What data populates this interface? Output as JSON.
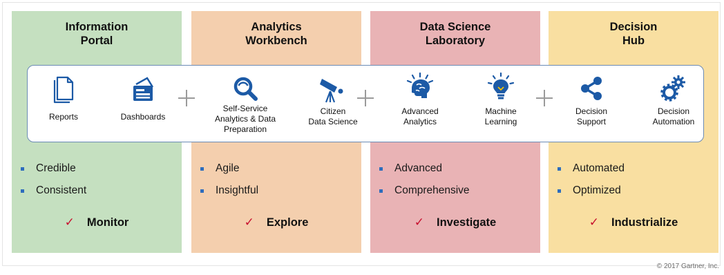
{
  "columns": [
    {
      "title": "Information\nPortal",
      "bullets": [
        "Credible",
        "Consistent"
      ],
      "outcome": "Monitor"
    },
    {
      "title": "Analytics\nWorkbench",
      "bullets": [
        "Agile",
        "Insightful"
      ],
      "outcome": "Explore"
    },
    {
      "title": "Data Science\nLaboratory",
      "bullets": [
        "Advanced",
        "Comprehensive"
      ],
      "outcome": "Investigate"
    },
    {
      "title": "Decision\nHub",
      "bullets": [
        "Automated",
        "Optimized"
      ],
      "outcome": "Industrialize"
    }
  ],
  "capabilities": [
    {
      "label": "Reports",
      "icon": "reports-icon"
    },
    {
      "label": "Dashboards",
      "icon": "dashboard-icon"
    },
    {
      "label": "Self-Service\nAnalytics & Data\nPreparation",
      "icon": "magnifier-icon"
    },
    {
      "label": "Citizen\nData Science",
      "icon": "telescope-icon"
    },
    {
      "label": "Advanced\nAnalytics",
      "icon": "brain-icon"
    },
    {
      "label": "Machine\nLearning",
      "icon": "lightbulb-icon"
    },
    {
      "label": "Decision\nSupport",
      "icon": "share-icon"
    },
    {
      "label": "Decision\nAutomation",
      "icon": "gears-icon"
    }
  ],
  "check_symbol": "✓",
  "copyright": "© 2017 Gartner, Inc.",
  "colors": {
    "information_portal": "#c5e0c0",
    "analytics_workbench": "#f4cfae",
    "data_science_laboratory": "#e9b3b5",
    "decision_hub": "#f9dfa1",
    "icon_blue": "#1c5aa6",
    "bullet_blue": "#2e6dbd",
    "check_red": "#c8102e"
  }
}
